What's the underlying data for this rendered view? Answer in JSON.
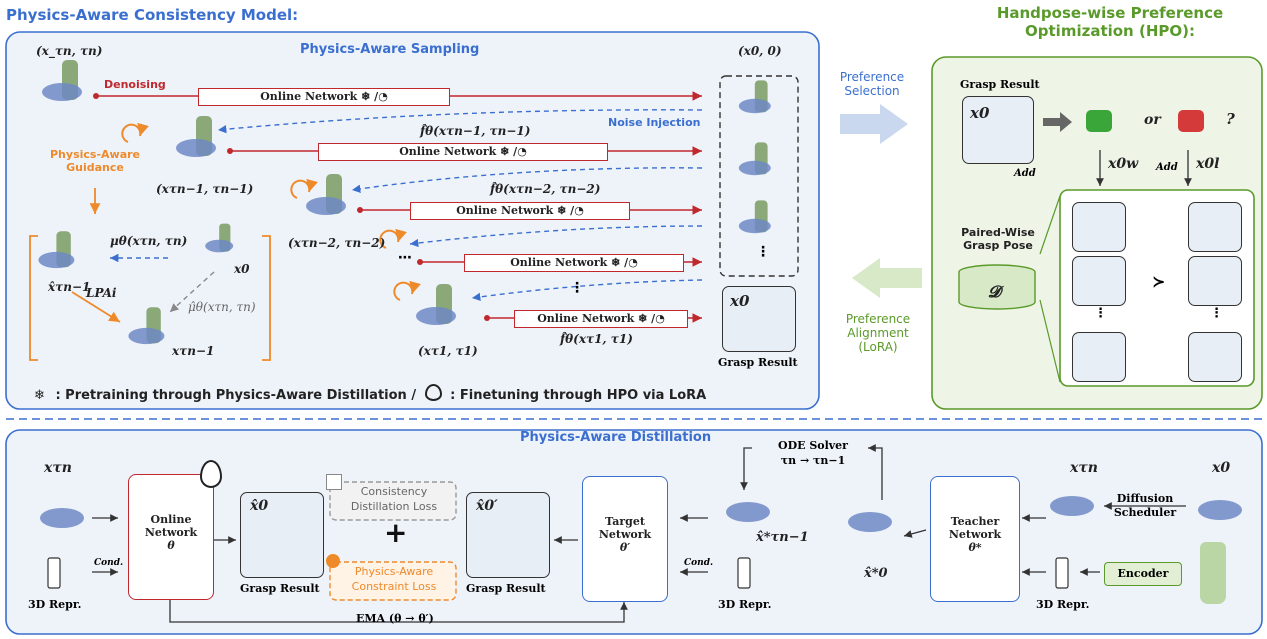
{
  "titles": {
    "consistency_model": "Physics-Aware Consistency Model:",
    "hpo_line1": "Handpose-wise Preference",
    "hpo_line2": "Optimization (HPO):",
    "sampling": "Physics-Aware Sampling",
    "distillation": "Physics-Aware Distillation"
  },
  "sampling": {
    "x_tau_n": "(x_τn, τn)",
    "x0_0": "(x0, 0)",
    "denoising": "Denoising",
    "online_network": "Online Network ❄ /◔",
    "noise_injection": "Noise Injection",
    "f_theta_n1": "f̂θ(xτn−1, τn−1)",
    "f_theta_n2": "f̂θ(xτn−2, τn−2)",
    "f_theta_1": "f̂θ(xτ1, τ1)",
    "x_tau_n1": "(xτn−1, τn−1)",
    "x_tau_n2": "(xτn−2, τn−2)",
    "x_tau_1": "(xτ1, τ1)",
    "guidance_line1": "Physics-Aware",
    "guidance_line2": "Guidance",
    "mu_theta": "μθ(xτn, τn)",
    "x0": "x0",
    "x_hat_n1": "x̂τn−1",
    "l_pa": "LPAi",
    "mu_hat": "μ̂θ(xτn, τn)",
    "x_n1": "xτn−1",
    "dots": "⋯",
    "vdots": "⋮",
    "grasp_result": "Grasp Result",
    "grasp_x0": "x0"
  },
  "legend": {
    "snow": "❄",
    "pretrain": ": Pretraining through Physics-Aware Distillation  /",
    "finetune": ": Finetuning through HPO via LoRA"
  },
  "middle": {
    "pref_sel_line1": "Preference",
    "pref_sel_line2": "Selection",
    "pref_align_line1": "Preference",
    "pref_align_line2": "Alignment",
    "pref_align_line3": "(LoRA)"
  },
  "hpo": {
    "grasp_result": "Grasp Result",
    "x0": "x0",
    "add1": "Add",
    "add2": "Add",
    "or": "or",
    "question": "?",
    "x0w": "x0w",
    "x0l": "x0l",
    "paired_line1": "Paired-Wise",
    "paired_line2": "Grasp Pose",
    "dataset": "𝓓",
    "succ": "≻",
    "vdots": "⋮"
  },
  "distill": {
    "x_tau_n": "xτn",
    "x0": "x0",
    "cond1": "Cond.",
    "cond2": "Cond.",
    "repr1": "3D Repr.",
    "repr2": "3D Repr.",
    "repr3": "3D Repr.",
    "online_line1": "Online",
    "online_line2": "Network",
    "online_theta": "θ",
    "grasp_result1": "Grasp Result",
    "grasp_result2": "Grasp Result",
    "x0_hat": "x̂0",
    "x0_hat_prime": "x̂0′",
    "consistency_line1": "Consistency",
    "consistency_line2": "Distillation Loss",
    "plus": "+",
    "constraint_line1": "Physics-Aware",
    "constraint_line2": "Constraint Loss",
    "target_line1": "Target",
    "target_line2": "Network",
    "target_theta": "θ′",
    "ode_line1": "ODE Solver",
    "ode_line2": "τn → τn−1",
    "x_hat_star_n1": "x̂*τn−1",
    "x0_hat_star": "x̂*0",
    "teacher_line1": "Teacher",
    "teacher_line2": "Network",
    "teacher_theta": "θ*",
    "diffusion_line1": "Diffusion",
    "diffusion_line2": "Scheduler",
    "encoder": "Encoder",
    "ema": "EMA (θ → θ′)"
  },
  "colors": {
    "blue": "#3b6fcf",
    "green": "#5a9a2a",
    "red": "#c0282d",
    "orange": "#ee8a2a",
    "hand": "#6f88c4",
    "bottle": "#8aa878"
  }
}
